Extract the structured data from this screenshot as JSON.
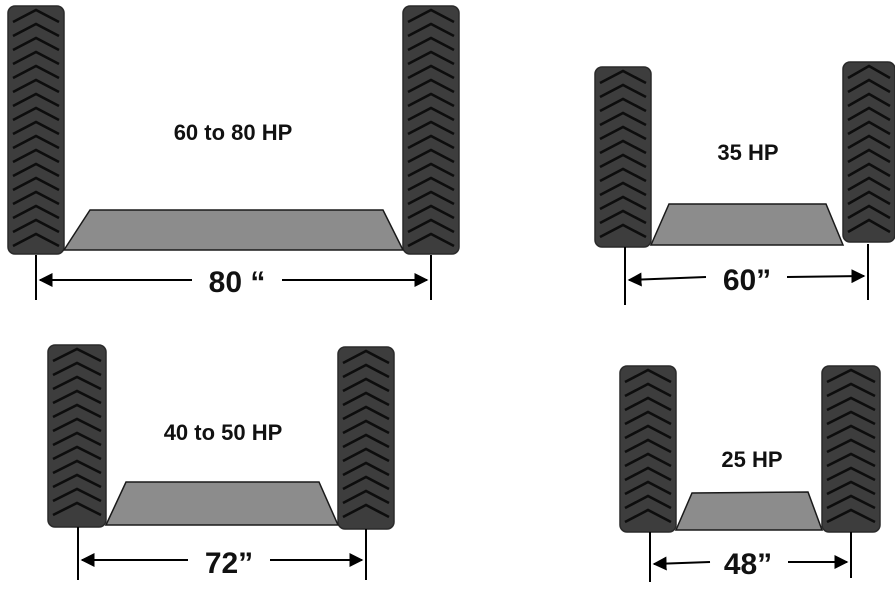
{
  "figure": {
    "colors": {
      "tire_fill": "#3d3d3d",
      "tire_edge": "#2a2a2a",
      "tread": "#0d0d0d",
      "body_fill": "#8c8c8c",
      "body_edge": "#1a1a1a",
      "line": "#000000",
      "text": "#111111"
    },
    "panels": [
      {
        "id": "80",
        "power_label": "60 to 80 HP",
        "width_label": "80 “"
      },
      {
        "id": "60",
        "power_label": "35 HP",
        "width_label": "60”"
      },
      {
        "id": "72",
        "power_label": "40 to 50 HP",
        "width_label": "72”"
      },
      {
        "id": "48",
        "power_label": "25 HP",
        "width_label": "48”"
      }
    ]
  }
}
